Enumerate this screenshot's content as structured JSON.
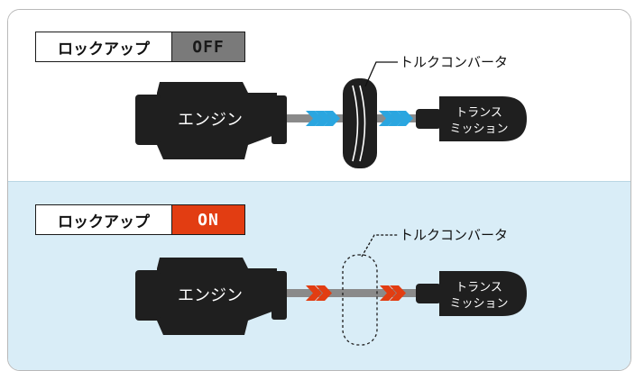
{
  "off_state": {
    "lockup_label": "ロックアップ",
    "status": "OFF",
    "torque_converter_label": "トルクコンバータ",
    "engine_label": "エンジン",
    "transmission_label_line1": "トランス",
    "transmission_label_line2": "ミッション",
    "arrow_color": "#2aa6e0",
    "status_bg_color": "#7a7a7a"
  },
  "on_state": {
    "lockup_label": "ロックアップ",
    "status": "ON",
    "torque_converter_label": "トルクコンバータ",
    "engine_label": "エンジン",
    "transmission_label_line1": "トランス",
    "transmission_label_line2": "ミッション",
    "arrow_color": "#e23d12",
    "status_bg_color": "#e23d12"
  }
}
